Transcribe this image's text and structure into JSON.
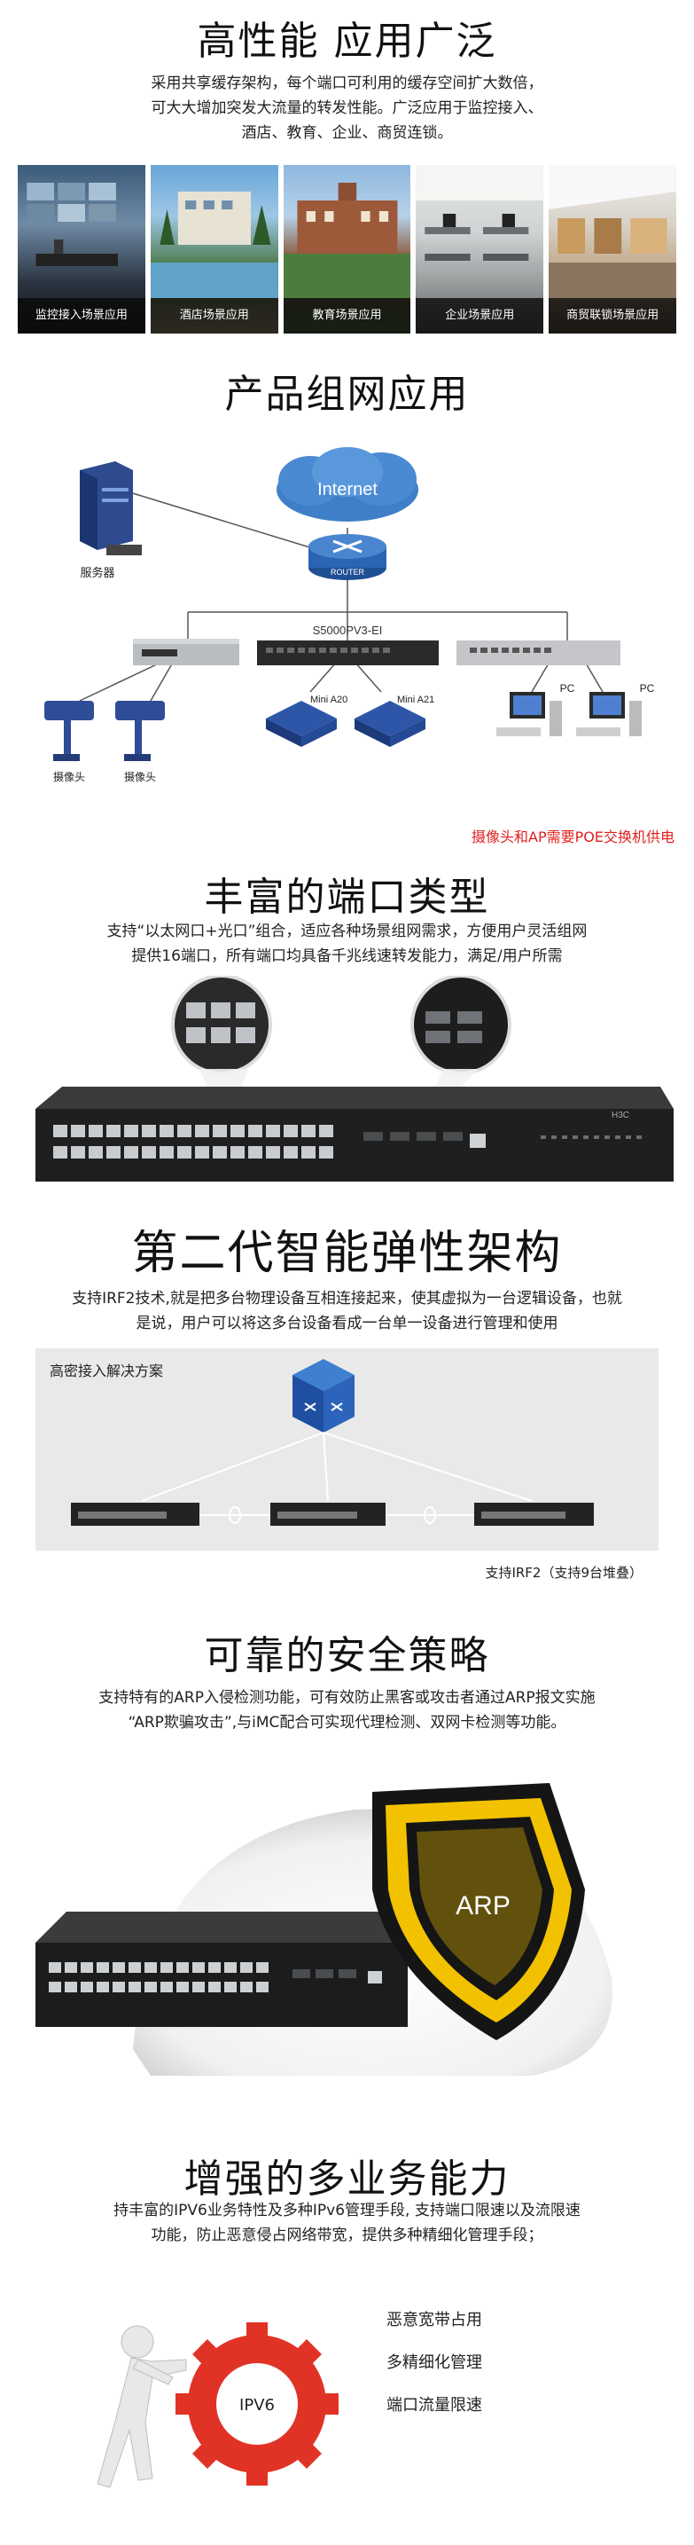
{
  "s1": {
    "title": "高性能 应用广泛",
    "desc_line1": "采用共享缓存架构，每个端口可利用的缓存空间扩大数倍，",
    "desc_line2": "可大大增加突发大流量的转发性能。广泛应用于监控接入、",
    "desc_line3": "酒店、教育、企业、商贸连锁。",
    "scenes": [
      {
        "label": "监控接入场景应用"
      },
      {
        "label": "酒店场景应用"
      },
      {
        "label": "教育场景应用"
      },
      {
        "label": "企业场景应用"
      },
      {
        "label": "商贸联锁场景应用"
      }
    ]
  },
  "s2": {
    "title": "产品组网应用",
    "internet": "Internet",
    "router": "ROUTER",
    "server": "服务器",
    "switch_model": "S5000PV3-EI",
    "ap1": "Mini A20",
    "ap2": "Mini A21",
    "camera1": "摄像头",
    "camera2": "摄像头",
    "pc1": "PC",
    "pc2": "PC",
    "poe_note": "摄像头和AP需要POE交换机供电"
  },
  "s3": {
    "title": "丰富的端口类型",
    "desc_line1": "支持“以太网口+光口”组合，适应各种场景组网需求，方便用户灵活组网",
    "desc_line2": "提供16端口，所有端口均具备千兆线速转发能力，满足/用户所需",
    "brand": "H3C"
  },
  "s4": {
    "title": "第二代智能弹性架构",
    "desc_line1": "支持IRF2技术,就是把多台物理设备互相连接起来，使其虚拟为一台逻辑设备，也就",
    "desc_line2": "是说，用户可以将这多台设备看成一台单一设备进行管理和使用",
    "box_title": "高密接入解决方案",
    "note": "支持IRF2（支持9台堆叠）"
  },
  "s5": {
    "title": "可靠的安全策略",
    "desc_line1": "支持特有的ARP入侵检测功能，可有效防止黑客或攻击者通过ARP报文实施",
    "desc_line2": "“ARP欺骗攻击”,与iMC配合可实现代理检测、双网卡检测等功能。",
    "shield_text": "ARP"
  },
  "s6": {
    "title": "增强的多业务能力",
    "desc_line1": "持丰富的IPV6业务特性及多种IPv6管理手段, 支持端口限速以及流限速",
    "desc_line2": "功能，防止恶意侵占网络带宽，提供多种精细化管理手段；",
    "gear_text": "IPV6",
    "features": [
      {
        "label": "恶意宽带占用"
      },
      {
        "label": "多精细化管理"
      },
      {
        "label": "端口流量限速"
      }
    ]
  }
}
